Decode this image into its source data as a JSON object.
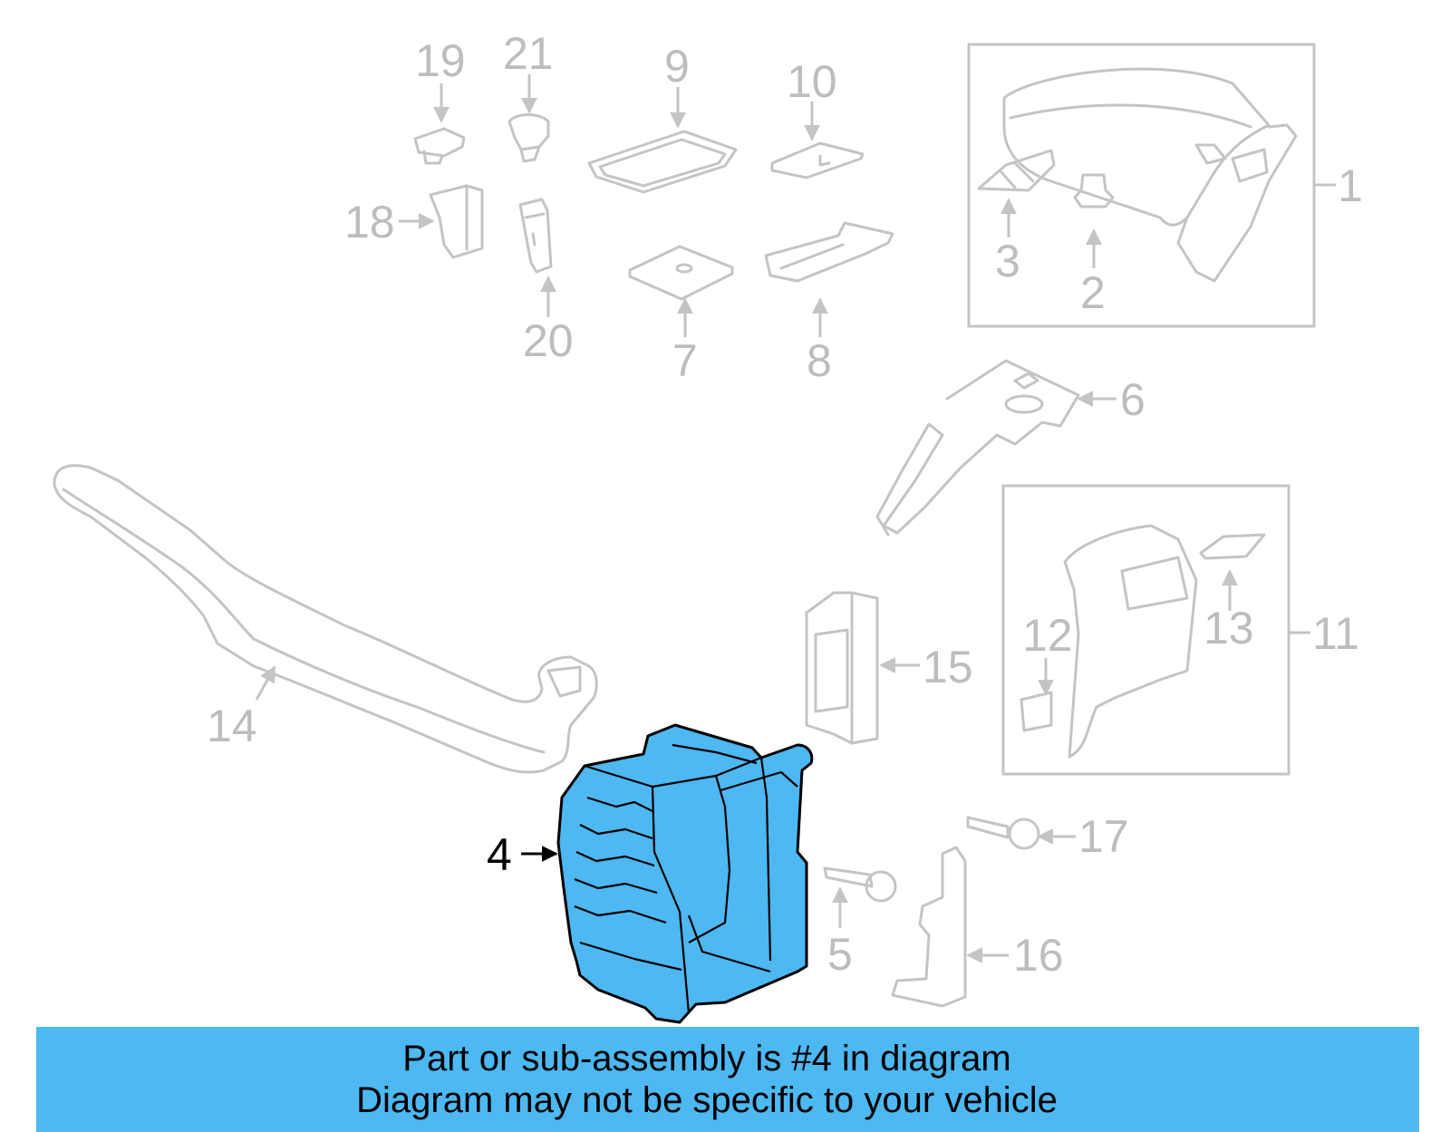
{
  "colors": {
    "highlight_fill": "#4db8f2",
    "highlight_stroke": "#000000",
    "part_stroke": "#c4c4c4",
    "label_color": "#bdbdbd",
    "banner_bg": "#4db8f2"
  },
  "highlighted_part": "4",
  "labels": [
    "1",
    "2",
    "3",
    "4",
    "5",
    "6",
    "7",
    "8",
    "9",
    "10",
    "11",
    "12",
    "13",
    "14",
    "15",
    "16",
    "17",
    "18",
    "19",
    "20",
    "21"
  ],
  "banner": {
    "line1": "Part or sub-assembly is #4 in diagram",
    "line2": "Diagram may not be specific to your vehicle"
  }
}
